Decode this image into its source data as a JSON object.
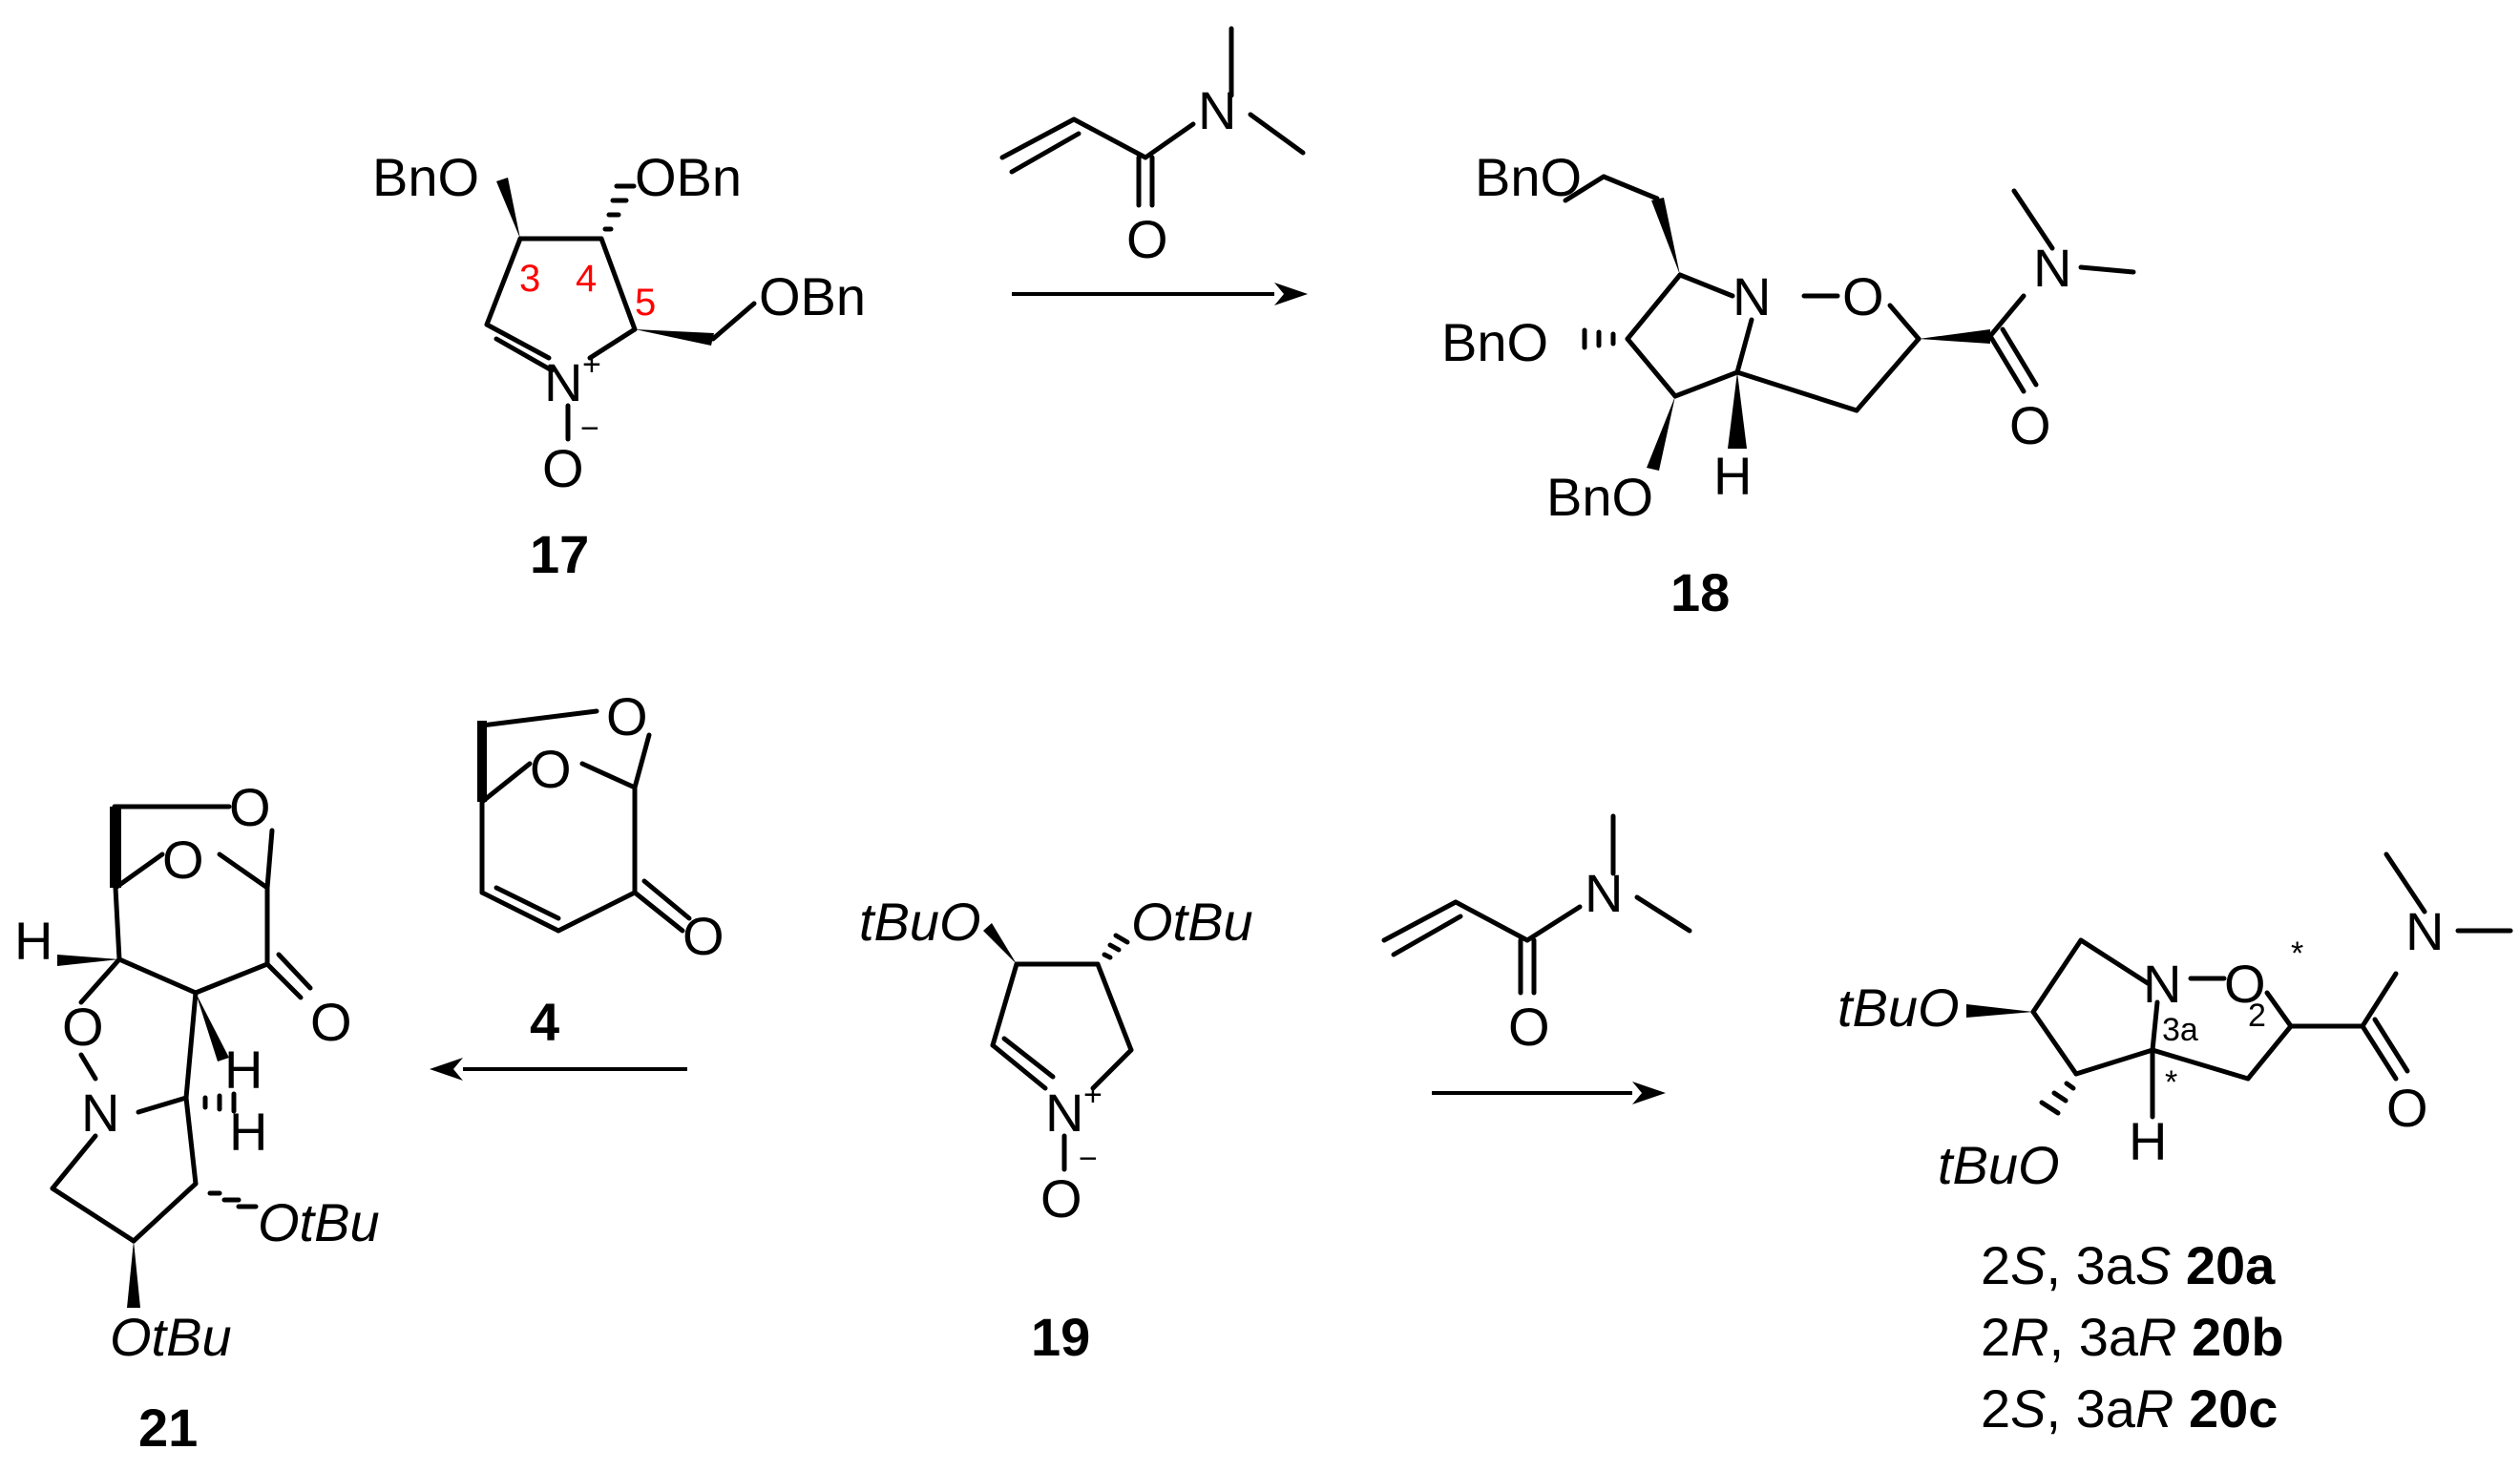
{
  "compounds": {
    "c17": "17",
    "c18": "18",
    "c4": "4",
    "c19": "19",
    "c21": "21"
  },
  "atoms": {
    "BnO": "BnO",
    "OBn": "OBn",
    "N": "N",
    "O": "O",
    "H": "H",
    "plus": "+",
    "minus": "−",
    "tBuO": "tBuO",
    "OtBu": "OtBu"
  },
  "positions": {
    "p3": "3",
    "p4": "4",
    "p5": "5",
    "p3a": "3a",
    "p2": "2",
    "star": "*"
  },
  "stereo_20": [
    {
      "a": "2",
      "b": "S",
      "c": ", 3a",
      "d": "S",
      "cmpd": "20a"
    },
    {
      "a": "2",
      "b": "R",
      "c": ", 3a",
      "d": "R",
      "cmpd": "20b"
    },
    {
      "a": "2",
      "b": "S",
      "c": ", 3a",
      "d": "R",
      "cmpd": "20c"
    }
  ],
  "colors": {
    "bond": "#000000",
    "locant": "#ff0000"
  }
}
